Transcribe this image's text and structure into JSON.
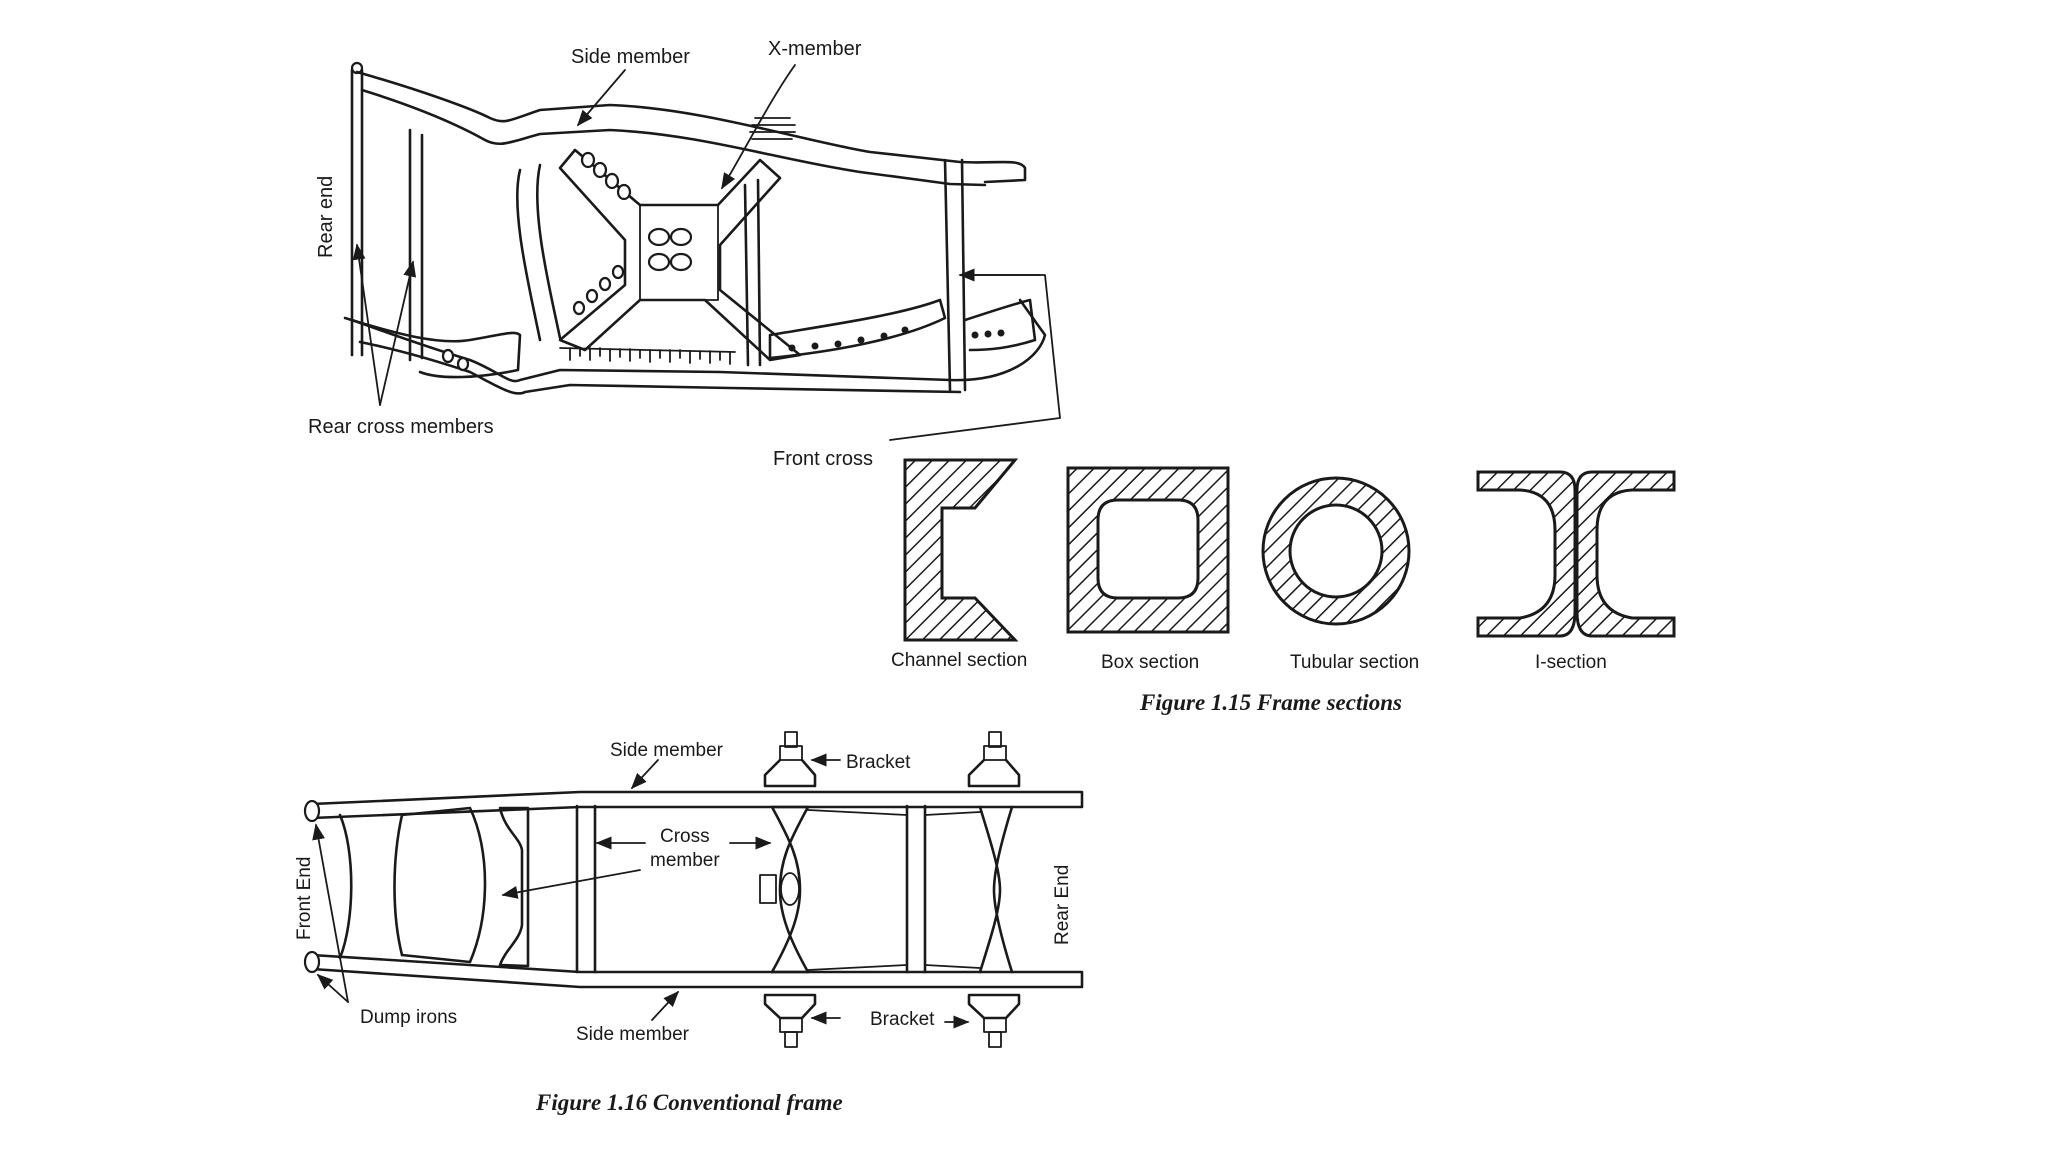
{
  "fig115": {
    "labels": {
      "side_member": "Side member",
      "x_member": "X-member",
      "rear_end": "Rear end",
      "rear_cross_members": "Rear cross members",
      "front_cross": "Front cross"
    },
    "sections": [
      "Channel section",
      "Box section",
      "Tubular section",
      "I-section"
    ],
    "caption": "Figure 1.15 Frame sections"
  },
  "fig116": {
    "labels": {
      "side_member_top": "Side member",
      "side_member_bottom": "Side member",
      "bracket_top": "Bracket",
      "bracket_bottom": "Bracket",
      "cross_member_line1": "Cross",
      "cross_member_line2": "member",
      "front_end": "Front End",
      "rear_end": "Rear End",
      "dump_irons": "Dump irons"
    },
    "caption": "Figure 1.16 Conventional frame"
  }
}
